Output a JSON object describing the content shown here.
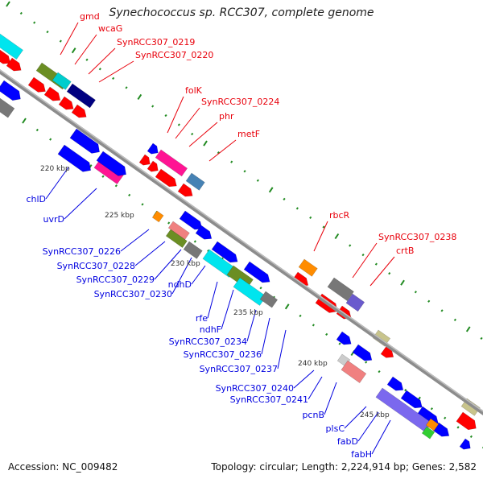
{
  "title": "Synechococcus sp. RCC307, complete genome",
  "footer": {
    "accession": "Accession: NC_009482",
    "summary": "Topology: circular; Length: 2,224,914 bp; Genes: 2,582"
  },
  "colors": {
    "backbone": "#8c8c8c",
    "tick": "#228b22",
    "forward_label": "#e8000b",
    "reverse_label": "#0000e0",
    "kbp_label": "#333333"
  },
  "scale_labels": [
    "220 kbp",
    "225 kbp",
    "230 kbp",
    "235 kbp",
    "240 kbp",
    "245 kbp"
  ],
  "forward_labels": [
    "gmd",
    "wcaG",
    "SynRCC307_0219",
    "SynRCC307_0220",
    "folK",
    "SynRCC307_0224",
    "phr",
    "metF",
    "rbcR",
    "SynRCC307_0238",
    "crtB"
  ],
  "reverse_labels": [
    "chlD",
    "uvrD",
    "SynRCC307_0226",
    "SynRCC307_0228",
    "SynRCC307_0229",
    "SynRCC307_0230",
    "ndhD",
    "rfe",
    "ndhF",
    "SynRCC307_0234",
    "SynRCC307_0236",
    "SynRCC307_0237",
    "SynRCC307_0240",
    "SynRCC307_0241",
    "pcnB",
    "plsC",
    "fabD",
    "fabH"
  ]
}
